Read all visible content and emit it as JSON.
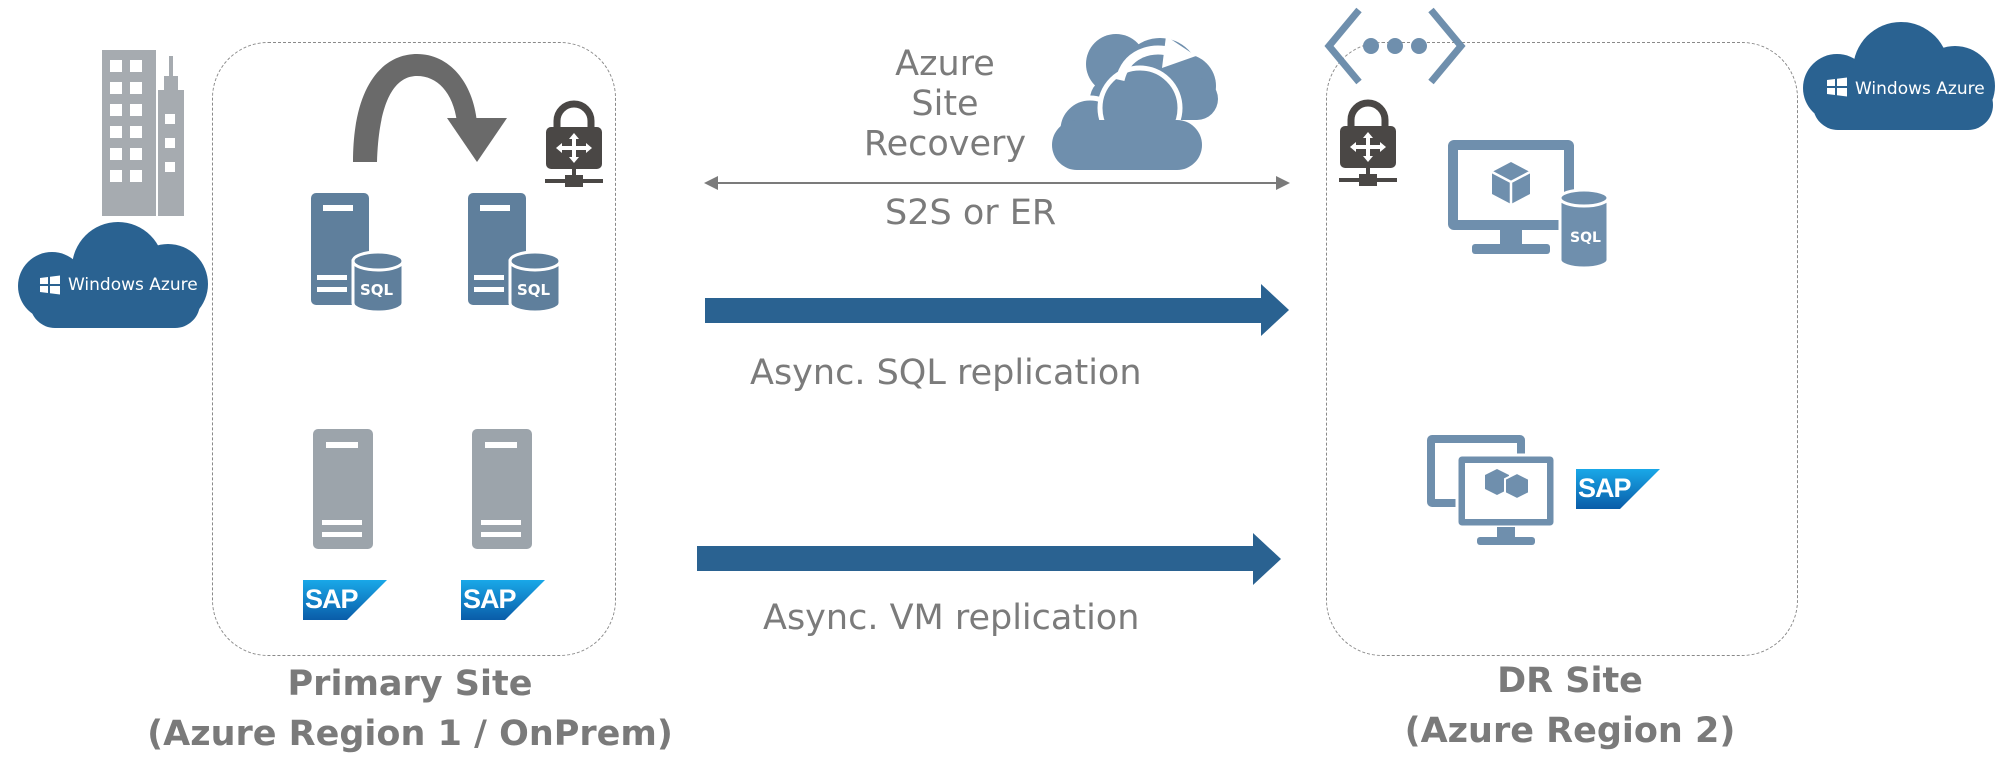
{
  "primary_site": {
    "caption_line1": "Primary Site",
    "caption_line2": "(Azure Region 1 / OnPrem)",
    "cloud_label": "Windows Azure",
    "sql_label_1": "SQL",
    "sql_label_2": "SQL",
    "sap_label_1": "SAP",
    "sap_label_2": "SAP"
  },
  "dr_site": {
    "caption_line1": "DR Site",
    "caption_line2": "(Azure Region 2)",
    "cloud_label": "Windows Azure",
    "sql_label": "SQL",
    "sap_label": "SAP"
  },
  "links": {
    "asr_line1": "Azure",
    "asr_line2": "Site",
    "asr_line3": "Recovery",
    "s2s_label": "S2S or ER",
    "sql_replication": "Async. SQL replication",
    "vm_replication": "Async. VM replication"
  },
  "colors": {
    "azure_blue": "#2a6291",
    "server_blue": "#5f7f9c",
    "server_gray": "#9ca4ab",
    "icon_dark": "#4a4745",
    "building_gray": "#a6abb0",
    "asr_cloud": "#6f8fad"
  }
}
